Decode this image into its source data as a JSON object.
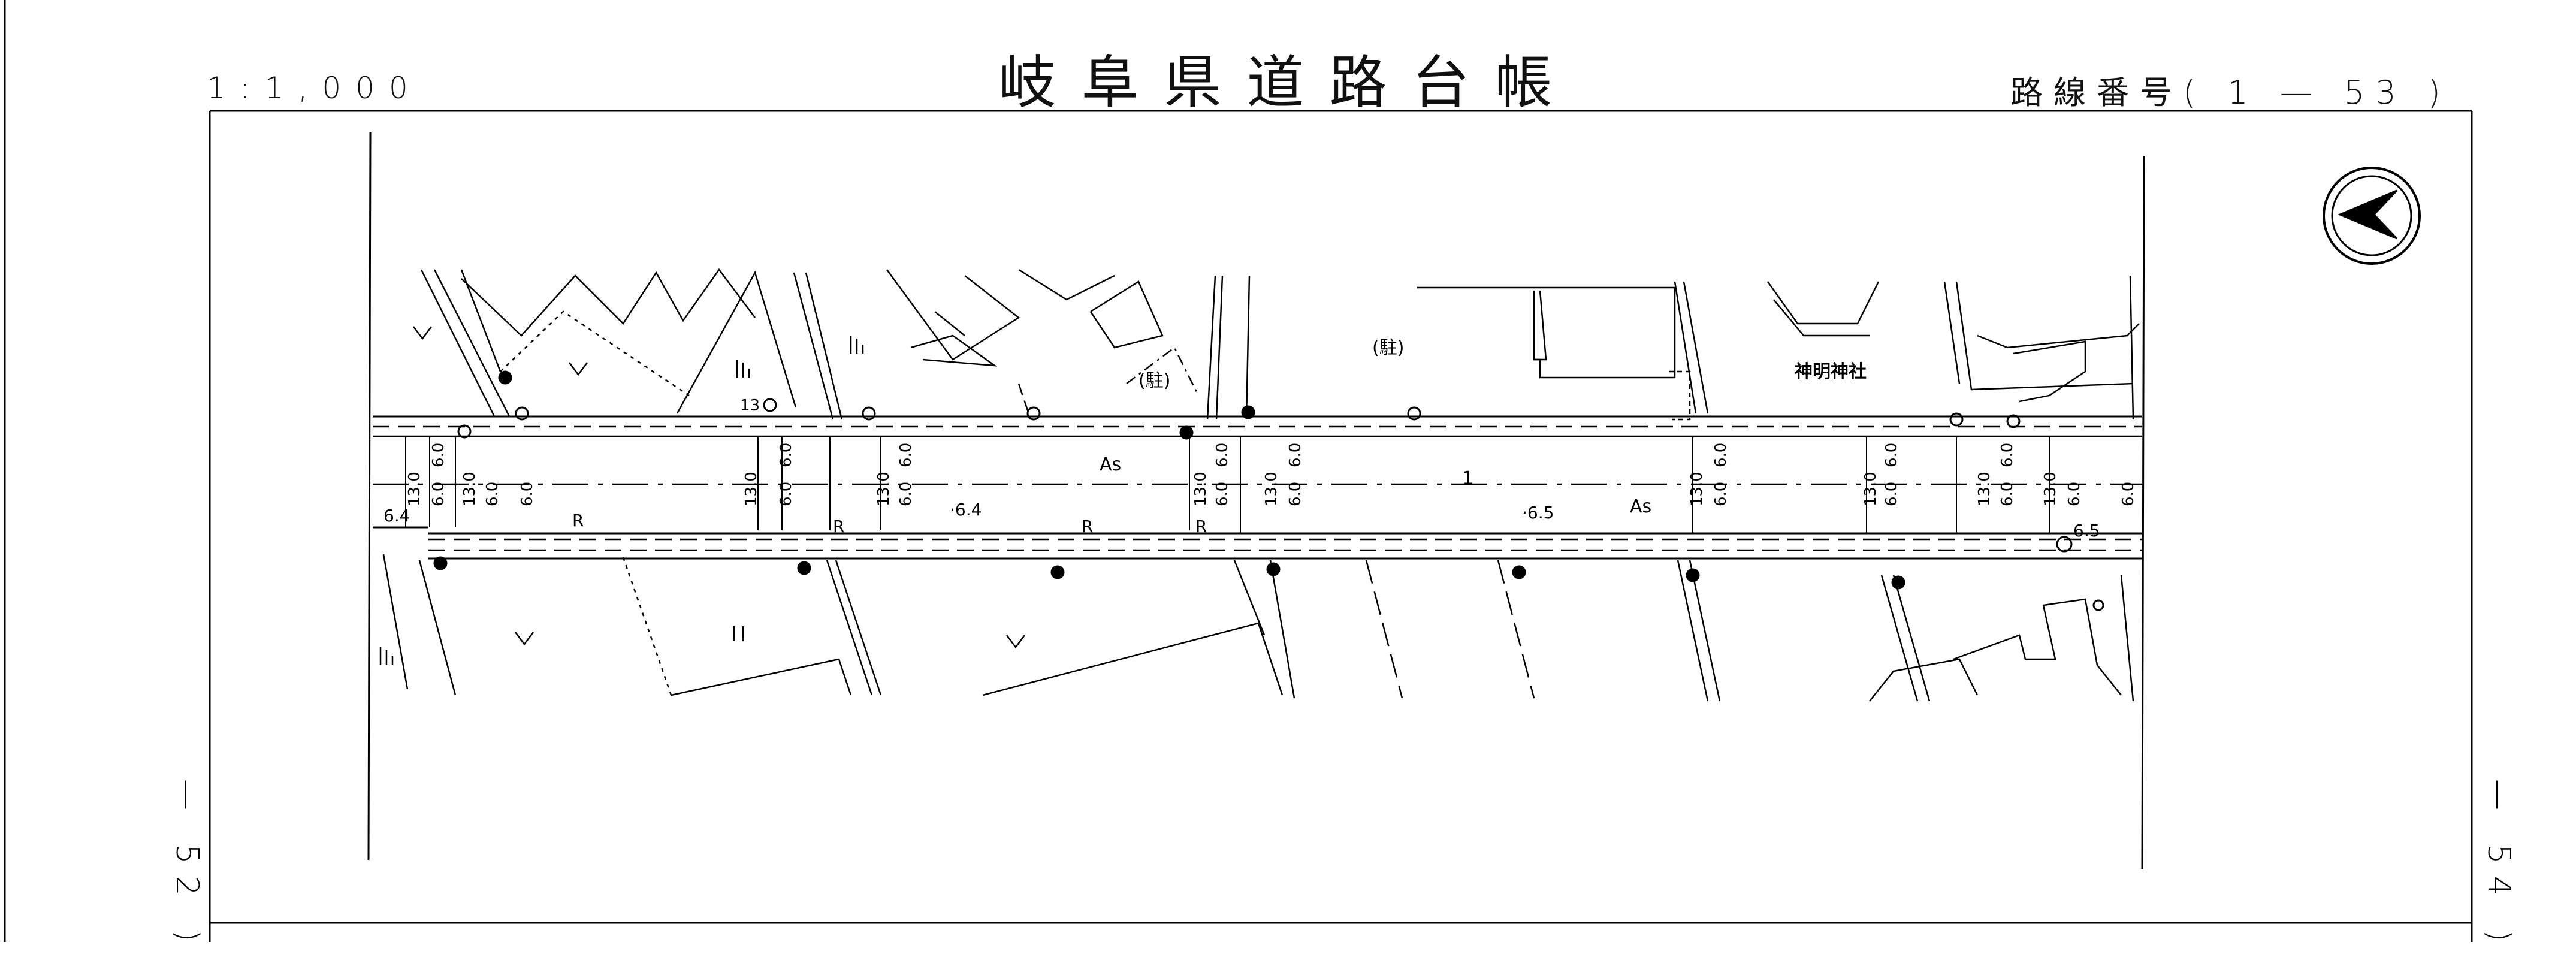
{
  "header": {
    "title": "岐阜県道路台帳",
    "scale": "1:1,000",
    "route_label": "路線番号( 1 — 53 )"
  },
  "adjacent_sheets": {
    "prev": "— 52 )",
    "next": "— 54 )"
  },
  "map_labels": {
    "parking_1": "(駐)",
    "parking_2": "(駐)",
    "shrine": "神明神社",
    "pavement_1": "As",
    "pavement_2": "As",
    "route_no": "1",
    "r_1": "R",
    "r_2": "R",
    "r_3": "R",
    "r_4": "R",
    "width_64_a": "6.4",
    "width_64_b": "·6.4",
    "width_65_a": "·6.5",
    "width_65_b": "6.5",
    "edge_13": "13"
  },
  "dimensions": {
    "d01": "13.0",
    "d02": "6.0",
    "d03": "6.0",
    "d04": "13.0",
    "d05": "6.0",
    "d06": "6.0",
    "d07": "13.0",
    "d08": "6.0",
    "d09": "6.0",
    "d10": "13.0",
    "d11": "6.0",
    "d12": "6.0",
    "d13": "13.0",
    "d14": "6.0",
    "d15": "6.0",
    "d16": "13.0",
    "d17": "6.0",
    "d18": "6.0",
    "d19": "13.0",
    "d20": "6.0",
    "d21": "6.0",
    "d22": "13.0",
    "d23": "6.0",
    "d24": "6.0",
    "d25": "13.0",
    "d26": "6.0",
    "d27": "6.0",
    "d28": "13.0",
    "d29": "6.0",
    "d30": "6.0"
  },
  "symbols": {
    "north_arrow": "north-arrow-icon",
    "tree_symbol": "vegetation-icon",
    "utility_pole": "pole-icon"
  }
}
